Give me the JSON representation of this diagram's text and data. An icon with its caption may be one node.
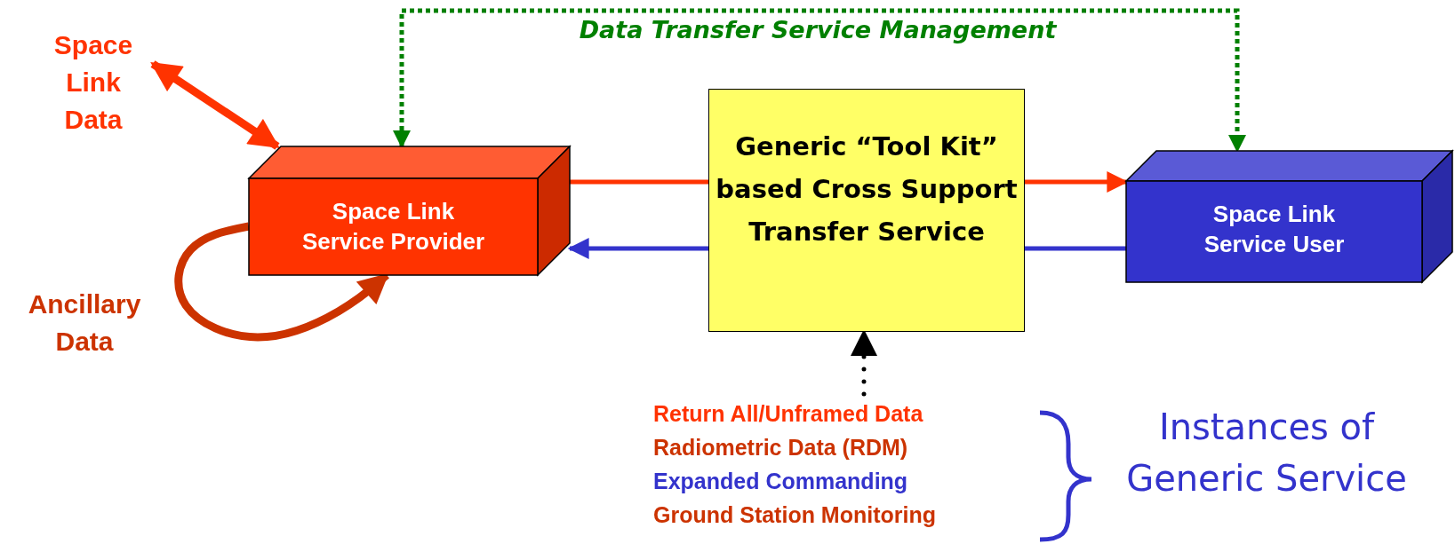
{
  "diagram": {
    "nodes": [
      {
        "text": [
          "Space Link Data"
        ]
      },
      {
        "text": [
          "Space Link Service Provider"
        ]
      },
      {
        "text": [
          "Generic “Tool Kit” based Cross Support Transfer Service"
        ]
      },
      {
        "text": [
          "Space Link Service User"
        ]
      },
      {
        "text": [
          "Return All/Unframed Data",
          "Radiometric Data (RDM)",
          "Expanded Commanding",
          "Ground Station Monitoring"
        ]
      }
    ],
    "edges": [
      {
        "from": 0,
        "to": 1,
        "arrow": "both",
        "style": "thick",
        "color": "#ff3300"
      },
      {
        "from": 1,
        "to": 1,
        "arrow": "to",
        "style": "thick",
        "color": "#cc3300"
      },
      {
        "from": 1,
        "to": 2,
        "arrow": "none",
        "color": "#ff3300"
      },
      {
        "from": 2,
        "to": 3,
        "arrow": "to",
        "color": "#ff3300"
      },
      {
        "from": 3,
        "to": 2,
        "arrow": "none",
        "color": "#3333cc"
      },
      {
        "from": 2,
        "to": 1,
        "arrow": "to",
        "color": "#3333cc"
      },
      {
        "from": 1,
        "to": 3,
        "arrow": "both",
        "style": "dashed",
        "color": "#008000",
        "label": "Data Transfer Service Management"
      },
      {
        "from": 4,
        "to": 2,
        "arrow": "to",
        "style": "dashed",
        "color": "#000000"
      }
    ],
    "labels": [
      "Ancillary Data",
      "Instances of Generic Service"
    ]
  }
}
